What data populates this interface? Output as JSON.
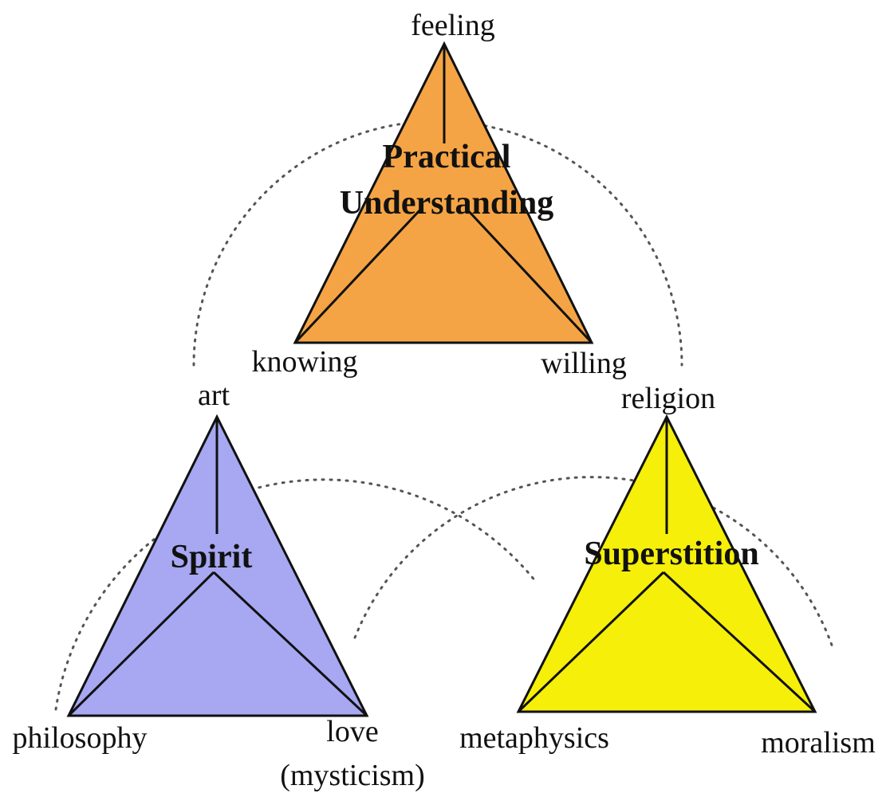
{
  "colors": {
    "practical": "#f5a445",
    "spirit": "#a7a7f2",
    "superstition": "#f5ef0a"
  },
  "triangles": {
    "practical": {
      "title_line1": "Practical",
      "title_line2": "Understanding",
      "top": "feeling",
      "left": "knowing",
      "right": "willing"
    },
    "spirit": {
      "title": "Spirit",
      "top": "art",
      "left": "philosophy",
      "right_line1": "love",
      "right_line2": "(mysticism)"
    },
    "superstition": {
      "title": "Superstition",
      "top": "religion",
      "left": "metaphysics",
      "right": "moralism"
    }
  }
}
